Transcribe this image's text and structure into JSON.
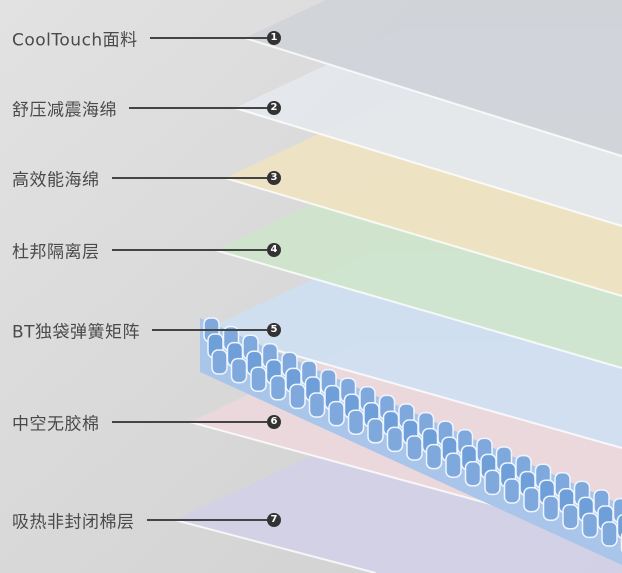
{
  "layers": [
    {
      "num": "1",
      "label": "CoolTouch面料",
      "color": "#cfd3d8"
    },
    {
      "num": "2",
      "label": "舒压减震海绵",
      "color": "#e4e8ee"
    },
    {
      "num": "3",
      "label": "高效能海绵",
      "color": "#efe3c2"
    },
    {
      "num": "4",
      "label": "杜邦隔离层",
      "color": "#cfe5cc"
    },
    {
      "num": "5",
      "label": "BT独袋弹簧矩阵",
      "color": "#cfe0f2"
    },
    {
      "num": "6",
      "label": "中空无胶棉",
      "color": "#ecd8dc"
    },
    {
      "num": "7",
      "label": "吸热非封闭棉层",
      "color": "#d3d0e6"
    }
  ],
  "colors": {
    "spring": "#7fa9dc",
    "leader": "#444444"
  }
}
